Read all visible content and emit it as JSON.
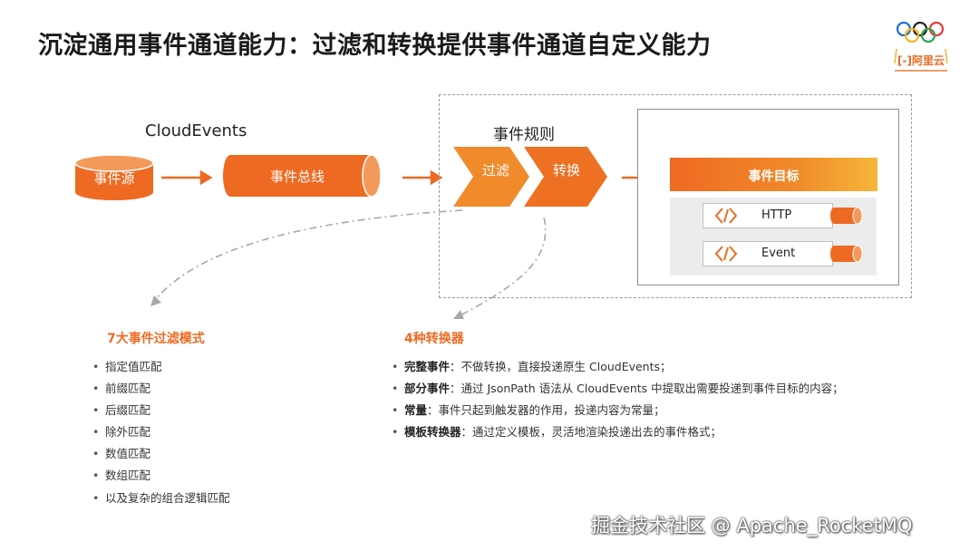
{
  "title": "沉淀通用事件通道能力：过滤和转换提供事件通道自定义能力",
  "logo": {
    "brand": "阿里云",
    "brand_glyph": "[-]"
  },
  "colors": {
    "accent": "#ee6a22",
    "accent_light": "#f5b63a",
    "text": "#222222"
  },
  "diagram": {
    "cloudevents_label": "CloudEvents",
    "source_label": "事件源",
    "bus_label": "事件总线",
    "rule_label": "事件规则",
    "filter_label": "过滤",
    "transform_label": "转换",
    "target": {
      "header": "事件目标",
      "items": [
        {
          "label": "HTTP",
          "icon": "connector-icon"
        },
        {
          "label": "Event",
          "icon": "connector-icon"
        }
      ]
    }
  },
  "filters": {
    "title": "7大事件过滤模式",
    "items": [
      "指定值匹配",
      "前缀匹配",
      "后缀匹配",
      "除外匹配",
      "数值匹配",
      "数组匹配",
      "以及复杂的组合逻辑匹配"
    ]
  },
  "transformers": {
    "title": "4种转换器",
    "items": [
      {
        "name": "完整事件",
        "desc": "：不做转换，直接投递原生 CloudEvents；"
      },
      {
        "name": "部分事件",
        "desc": "：通过 JsonPath 语法从 CloudEvents 中提取出需要投递到事件目标的内容；"
      },
      {
        "name": "常量",
        "desc": "：事件只起到触发器的作用，投递内容为常量；"
      },
      {
        "name": "模板转换器",
        "desc": "：通过定义模板，灵活地渲染投递出去的事件格式；"
      }
    ]
  },
  "watermark": "掘金技术社区 @ Apache_RocketMQ"
}
